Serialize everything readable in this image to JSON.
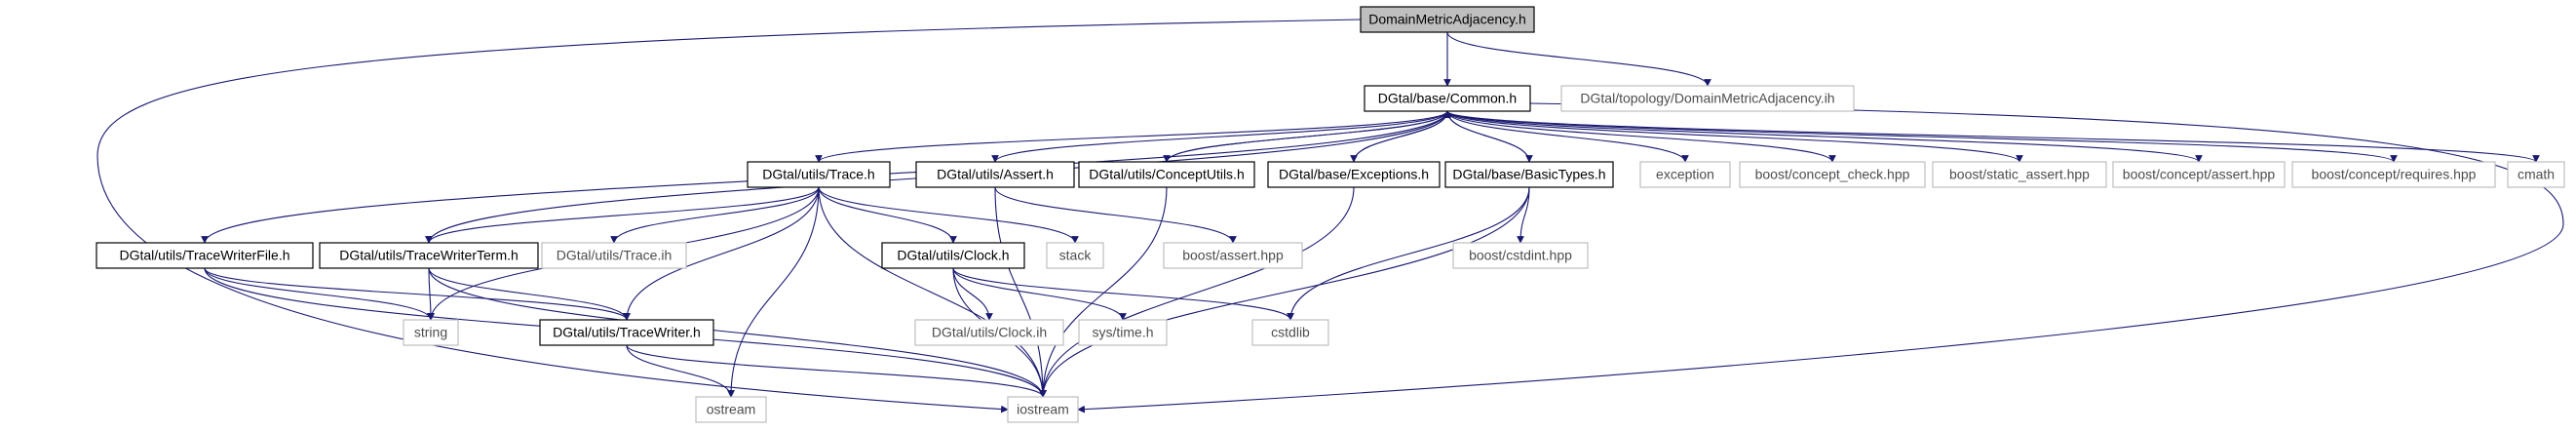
{
  "diagram": {
    "type": "include-dependency-graph",
    "colors": {
      "edge": "#191970",
      "node_border_strong": "#000000",
      "node_border_light": "#bfbfbf",
      "node_text_strong": "#000000",
      "node_text_light": "#4d4d4d",
      "root_fill": "#bfbfbf",
      "node_fill": "#ffffff"
    },
    "nodes": [
      {
        "id": "root",
        "label": "DomainMetricAdjacency.h",
        "style": "root"
      },
      {
        "id": "common",
        "label": "DGtal/base/Common.h",
        "style": "strong"
      },
      {
        "id": "dma_ih",
        "label": "DGtal/topology/DomainMetricAdjacency.ih",
        "style": "light"
      },
      {
        "id": "trace",
        "label": "DGtal/utils/Trace.h",
        "style": "strong"
      },
      {
        "id": "assert",
        "label": "DGtal/utils/Assert.h",
        "style": "strong"
      },
      {
        "id": "conceptutils",
        "label": "DGtal/utils/ConceptUtils.h",
        "style": "strong"
      },
      {
        "id": "exceptions",
        "label": "DGtal/base/Exceptions.h",
        "style": "strong"
      },
      {
        "id": "basictypes",
        "label": "DGtal/base/BasicTypes.h",
        "style": "strong"
      },
      {
        "id": "exception",
        "label": "exception",
        "style": "light"
      },
      {
        "id": "bconcept",
        "label": "boost/concept_check.hpp",
        "style": "light"
      },
      {
        "id": "bstatic",
        "label": "boost/static_assert.hpp",
        "style": "light"
      },
      {
        "id": "bcassert",
        "label": "boost/concept/assert.hpp",
        "style": "light"
      },
      {
        "id": "bcrequires",
        "label": "boost/concept/requires.hpp",
        "style": "light"
      },
      {
        "id": "cmath",
        "label": "cmath",
        "style": "light"
      },
      {
        "id": "twfile",
        "label": "DGtal/utils/TraceWriterFile.h",
        "style": "strong"
      },
      {
        "id": "twterm",
        "label": "DGtal/utils/TraceWriterTerm.h",
        "style": "strong"
      },
      {
        "id": "trace_ih",
        "label": "DGtal/utils/Trace.ih",
        "style": "light"
      },
      {
        "id": "clock",
        "label": "DGtal/utils/Clock.h",
        "style": "strong"
      },
      {
        "id": "stack",
        "label": "stack",
        "style": "light"
      },
      {
        "id": "bassert",
        "label": "boost/assert.hpp",
        "style": "light"
      },
      {
        "id": "bcstdint",
        "label": "boost/cstdint.hpp",
        "style": "light"
      },
      {
        "id": "string",
        "label": "string",
        "style": "light"
      },
      {
        "id": "tw",
        "label": "DGtal/utils/TraceWriter.h",
        "style": "strong"
      },
      {
        "id": "clock_ih",
        "label": "DGtal/utils/Clock.ih",
        "style": "light"
      },
      {
        "id": "systime",
        "label": "sys/time.h",
        "style": "light"
      },
      {
        "id": "cstdlib",
        "label": "cstdlib",
        "style": "light"
      },
      {
        "id": "ostream",
        "label": "ostream",
        "style": "light"
      },
      {
        "id": "iostream",
        "label": "iostream",
        "style": "light"
      }
    ],
    "edges": [
      [
        "root",
        "common"
      ],
      [
        "root",
        "dma_ih"
      ],
      [
        "root",
        "iostream"
      ],
      [
        "common",
        "trace"
      ],
      [
        "common",
        "assert"
      ],
      [
        "common",
        "conceptutils"
      ],
      [
        "common",
        "exceptions"
      ],
      [
        "common",
        "basictypes"
      ],
      [
        "common",
        "exception"
      ],
      [
        "common",
        "bconcept"
      ],
      [
        "common",
        "bstatic"
      ],
      [
        "common",
        "bcassert"
      ],
      [
        "common",
        "bcrequires"
      ],
      [
        "common",
        "cmath"
      ],
      [
        "common",
        "twfile"
      ],
      [
        "common",
        "twterm"
      ],
      [
        "common",
        "iostream"
      ],
      [
        "conceptutils",
        "common"
      ],
      [
        "exceptions",
        "common"
      ],
      [
        "basictypes",
        "common"
      ],
      [
        "trace",
        "twterm"
      ],
      [
        "trace",
        "trace_ih"
      ],
      [
        "trace",
        "clock"
      ],
      [
        "trace",
        "stack"
      ],
      [
        "trace",
        "string"
      ],
      [
        "trace",
        "tw"
      ],
      [
        "trace",
        "ostream"
      ],
      [
        "trace",
        "iostream"
      ],
      [
        "assert",
        "bassert"
      ],
      [
        "assert",
        "iostream"
      ],
      [
        "conceptutils",
        "iostream"
      ],
      [
        "exceptions",
        "iostream"
      ],
      [
        "basictypes",
        "bcstdint"
      ],
      [
        "basictypes",
        "cstdlib"
      ],
      [
        "basictypes",
        "iostream"
      ],
      [
        "twfile",
        "string"
      ],
      [
        "twfile",
        "tw"
      ],
      [
        "twfile",
        "iostream"
      ],
      [
        "twterm",
        "string"
      ],
      [
        "twterm",
        "tw"
      ],
      [
        "twterm",
        "iostream"
      ],
      [
        "clock",
        "clock_ih"
      ],
      [
        "clock",
        "systime"
      ],
      [
        "clock",
        "cstdlib"
      ],
      [
        "clock",
        "iostream"
      ],
      [
        "tw",
        "ostream"
      ],
      [
        "tw",
        "iostream"
      ]
    ]
  }
}
